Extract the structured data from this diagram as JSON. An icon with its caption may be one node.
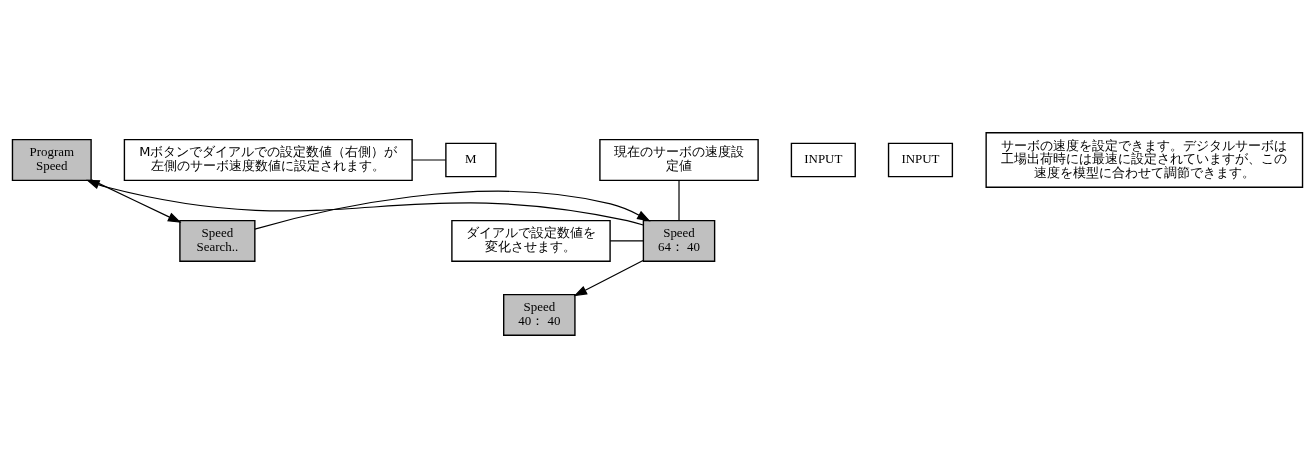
{
  "diagram": {
    "nodes": [
      {
        "text": [
          "Program Speed"
        ]
      },
      {
        "text": [
          "INPUT"
        ]
      },
      {
        "text": [
          "Speed Search.."
        ]
      },
      {
        "text": [
          "Speed 64： 40"
        ]
      },
      {
        "text": [
          "INPUT"
        ]
      },
      {
        "text": [
          "M"
        ]
      },
      {
        "text": [
          "Speed 40： 40"
        ]
      },
      {
        "text": [
          "現在のサーボの速度設定値"
        ]
      },
      {
        "text": [
          "ダイアルで設定数値を変化させます。"
        ]
      },
      {
        "text": [
          "Mボタンでダイアルでの設定数値（右側）が左側のサーボ速度数値に設定されます。"
        ]
      },
      {
        "text": [
          "サーボの速度を設定できます。デジタルサーボは工場出荷時には最速に設定されていますが、この速度を模型に合わせて調節できます。"
        ]
      }
    ],
    "edges": [
      {
        "from": 0,
        "to": 2,
        "arrow": "to"
      },
      {
        "from": 2,
        "to": 3,
        "arrow": "to"
      },
      {
        "from": 3,
        "to": 0,
        "arrow": "to"
      },
      {
        "from": 3,
        "to": 6,
        "arrow": "to"
      },
      {
        "from": 7,
        "to": 3,
        "arrow": "none"
      },
      {
        "from": 8,
        "to": 3,
        "arrow": "none"
      },
      {
        "from": 9,
        "to": 5,
        "arrow": "none"
      }
    ]
  }
}
